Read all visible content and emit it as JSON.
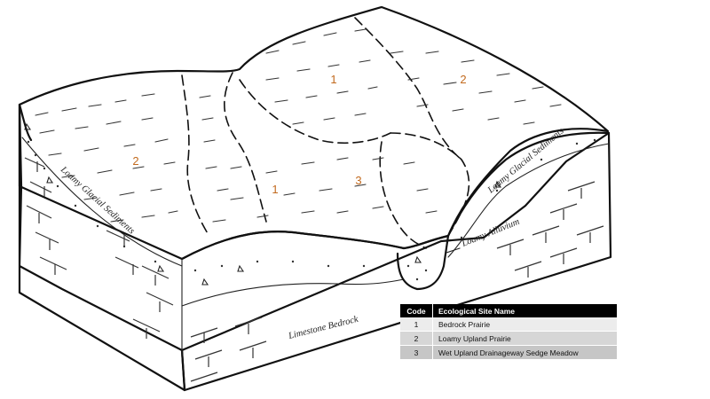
{
  "diagram": {
    "codes": {
      "left_2": "2",
      "top_1": "1",
      "right_2": "2",
      "mid_1": "1",
      "mid_3": "3"
    },
    "labels": {
      "left_sediments": "Loamy Glacial Sediments",
      "right_sediments": "Loamy Glacial Sediments",
      "alluvium": "Loamy Alluvium",
      "bedrock": "Limestone Bedrock"
    }
  },
  "legend": {
    "headers": {
      "code": "Code",
      "name": "Ecological Site Name"
    },
    "rows": [
      {
        "code": "1",
        "name": "Bedrock Prairie"
      },
      {
        "code": "2",
        "name": "Loamy Upland Prairie"
      },
      {
        "code": "3",
        "name": "Wet Upland Drainageway Sedge Meadow"
      }
    ]
  },
  "colors": {
    "code_label": "#c26a1e",
    "table_header": "#000000",
    "table_rows": [
      "#ececec",
      "#d6d6d6",
      "#c6c6c6"
    ]
  }
}
